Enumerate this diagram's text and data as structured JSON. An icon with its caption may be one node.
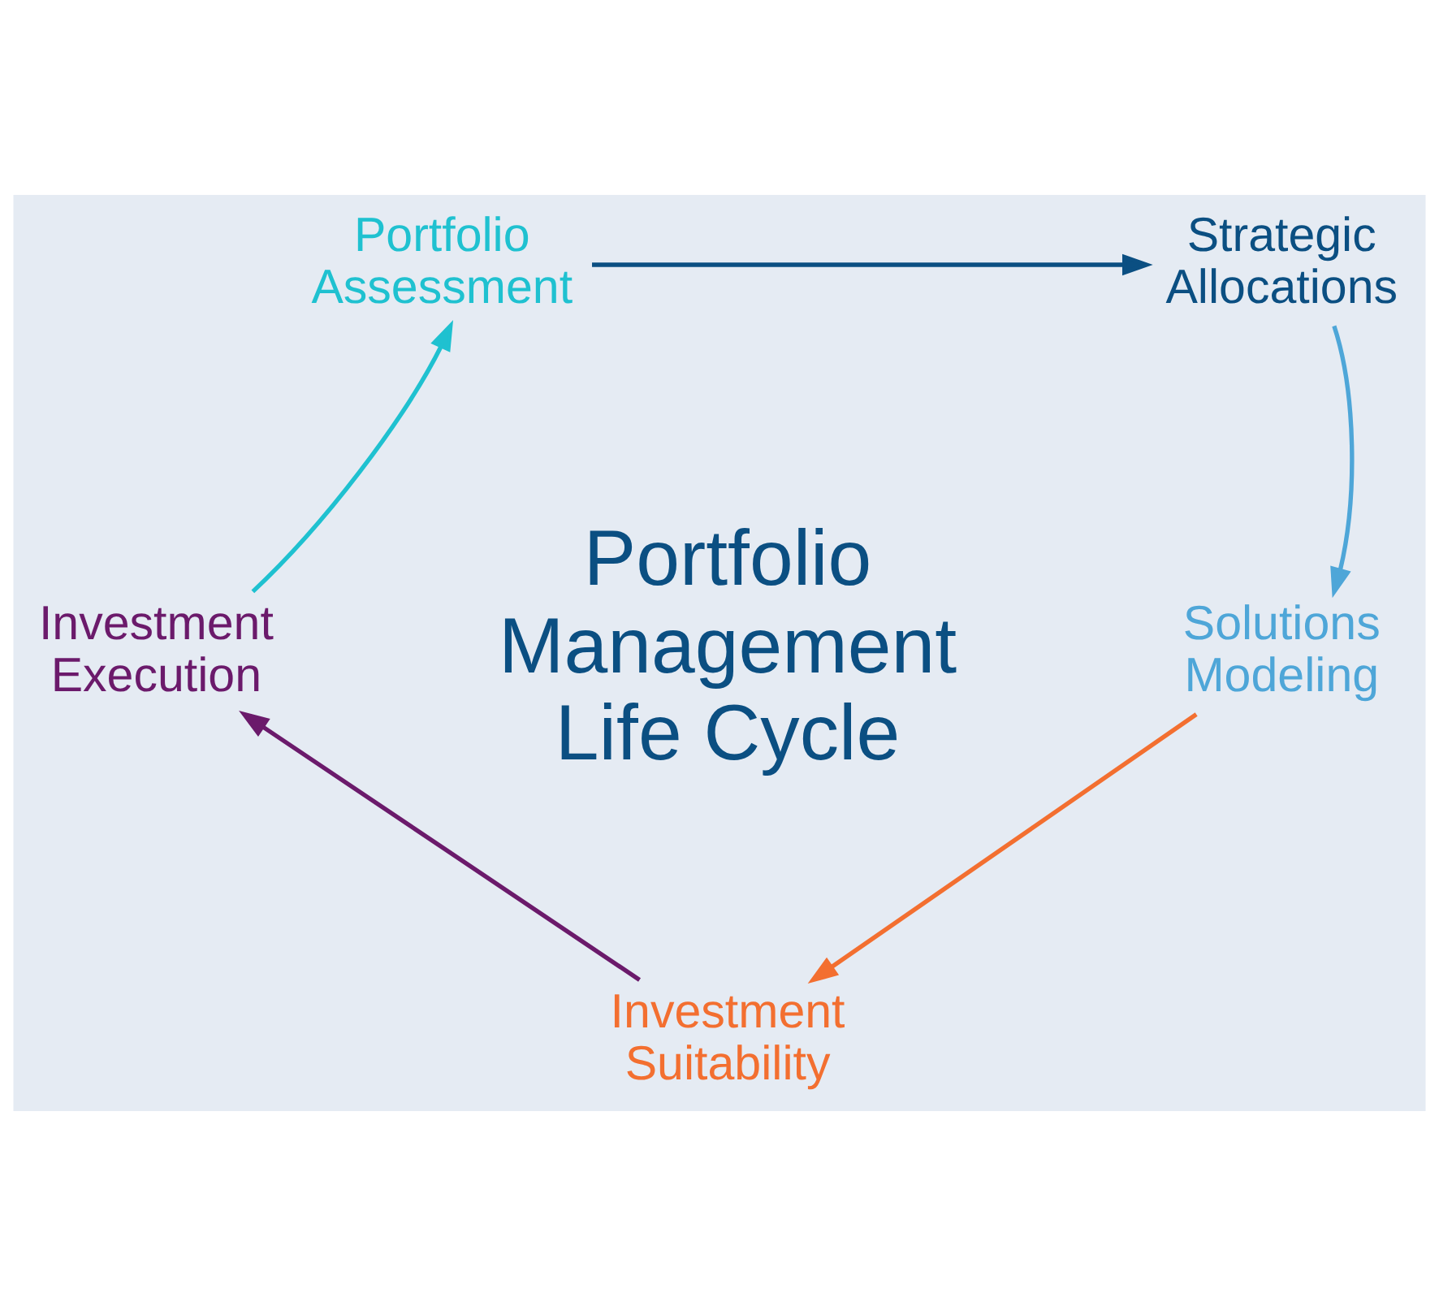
{
  "diagram": {
    "nodes": [
      {
        "text": [
          "Portfolio Assessment"
        ]
      },
      {
        "text": [
          "Strategic Allocations"
        ]
      },
      {
        "text": [
          "Solutions Modeling"
        ]
      },
      {
        "text": [
          "Investment Suitability"
        ]
      },
      {
        "text": [
          "Investment Execution"
        ]
      }
    ],
    "edges": [
      {
        "from": 0,
        "to": 1,
        "arrow": "to",
        "color": "#0b4f82"
      },
      {
        "from": 1,
        "to": 2,
        "arrow": "to",
        "color": "#4ea6d8"
      },
      {
        "from": 2,
        "to": 3,
        "arrow": "to",
        "color": "#f36f30"
      },
      {
        "from": 3,
        "to": 4,
        "arrow": "to",
        "color": "#6b1a6b"
      },
      {
        "from": 4,
        "to": 0,
        "arrow": "to",
        "color": "#1fc1d0"
      }
    ],
    "labels": [
      "Portfolio Management Life Cycle"
    ]
  }
}
